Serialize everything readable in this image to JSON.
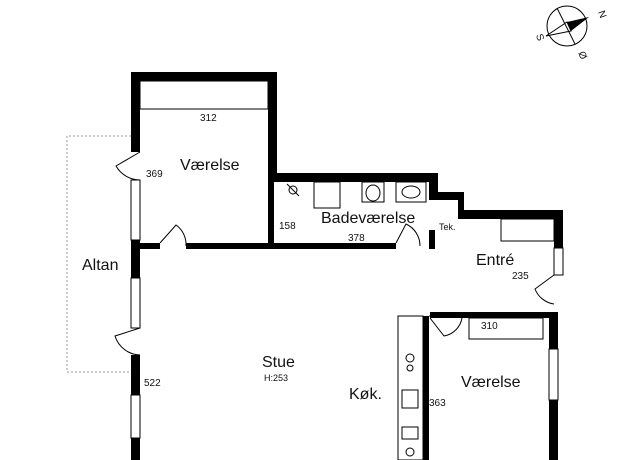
{
  "rooms": {
    "vaerelse_top": "Værelse",
    "badevaerelse": "Badeværelse",
    "altan": "Altan",
    "entre": "Entré",
    "stue": "Stue",
    "stue_height": "H:253",
    "kok": "Køk.",
    "vaerelse_right": "Værelse",
    "tek": "Tek."
  },
  "dimensions": {
    "d312": "312",
    "d369": "369",
    "d158": "158",
    "d378": "378",
    "d235": "235",
    "d310": "310",
    "d522": "522",
    "d363": "363"
  },
  "compass": {
    "n": "N",
    "s": "S",
    "o": "Ø"
  },
  "colors": {
    "wall": "#000000",
    "background": "#ffffff",
    "balcony_outline": "#999999",
    "window": "#ffffff"
  }
}
